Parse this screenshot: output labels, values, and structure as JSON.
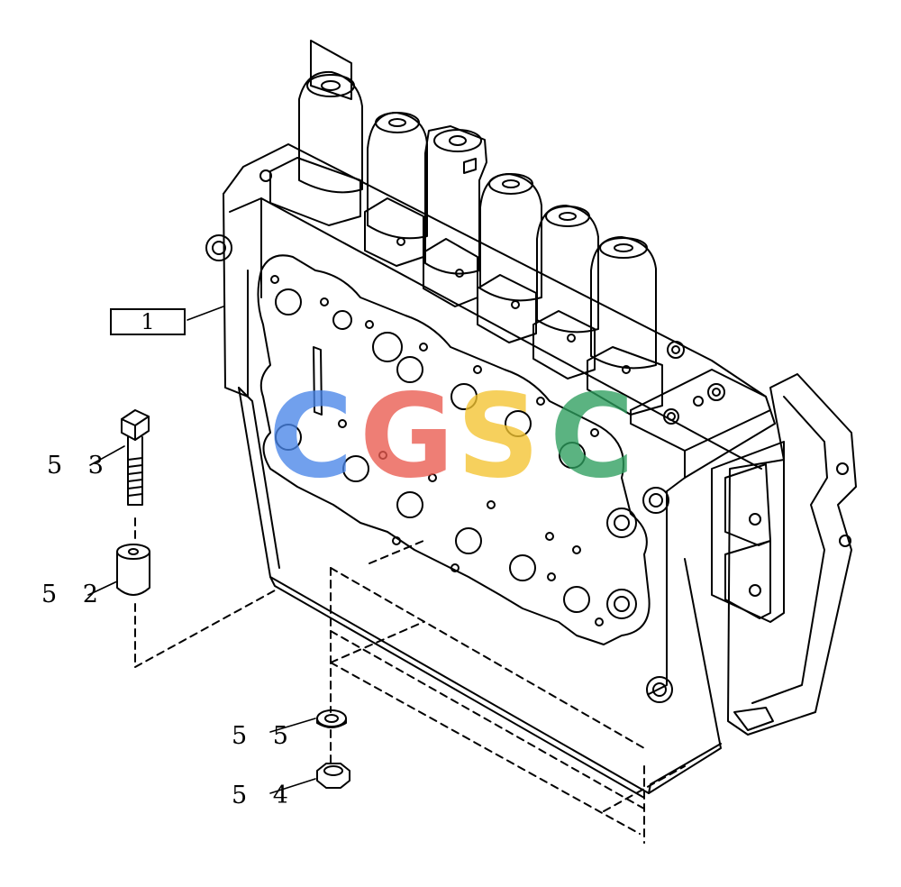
{
  "parts": [
    {
      "id": "ref",
      "label": "1"
    },
    {
      "id": "bolt",
      "label": "5 3"
    },
    {
      "id": "spacer",
      "label": "5 2"
    },
    {
      "id": "washer",
      "label": "5 5"
    },
    {
      "id": "nut",
      "label": "5 4"
    }
  ],
  "watermark": {
    "letters": [
      "C",
      "G",
      "S",
      "C"
    ],
    "colors": [
      "#4a86e8",
      "#ea5a4f",
      "#f4c430",
      "#2e9e5e"
    ]
  }
}
